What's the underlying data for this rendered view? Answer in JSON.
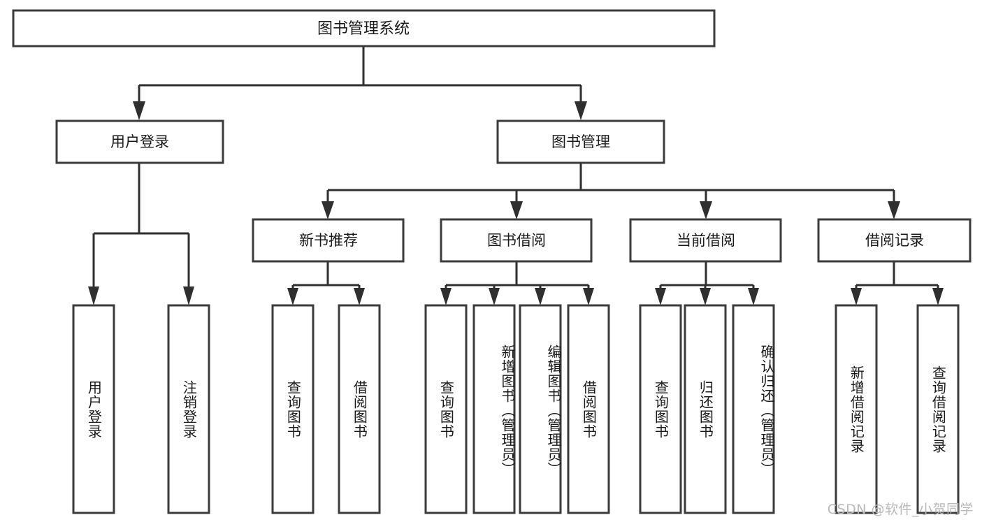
{
  "diagram": {
    "type": "tree",
    "title": "图书管理系统",
    "orientation": "top-down",
    "colors": {
      "box_stroke": "#3b3b3b",
      "connector": "#2f2f2f",
      "text": "#1a1a1a",
      "background": "#ffffff",
      "watermark": "#b9b9b9"
    },
    "root": {
      "label": "图书管理系统"
    },
    "level2": [
      {
        "label": "用户登录"
      },
      {
        "label": "图书管理"
      }
    ],
    "level3": [
      {
        "label": "新书推荐"
      },
      {
        "label": "图书借阅"
      },
      {
        "label": "当前借阅"
      },
      {
        "label": "借阅记录"
      }
    ],
    "leaves": {
      "user_login": [
        {
          "label": "用户登录"
        },
        {
          "label": "注销登录"
        }
      ],
      "new_book_recommend": [
        {
          "label": "查询图书"
        },
        {
          "label": "借阅图书"
        }
      ],
      "book_borrow": [
        {
          "label": "查询图书"
        },
        {
          "label": "新增图书（管理员）"
        },
        {
          "label": "编辑图书（管理员）"
        },
        {
          "label": "借阅图书"
        }
      ],
      "current_borrow": [
        {
          "label": "查询图书"
        },
        {
          "label": "归还图书"
        },
        {
          "label": "确认归还（管理员）"
        }
      ],
      "borrow_record": [
        {
          "label": "新增借阅记录"
        },
        {
          "label": "查询借阅记录"
        }
      ]
    }
  },
  "watermark": {
    "text": "CSDN @软件_小贺同学"
  }
}
